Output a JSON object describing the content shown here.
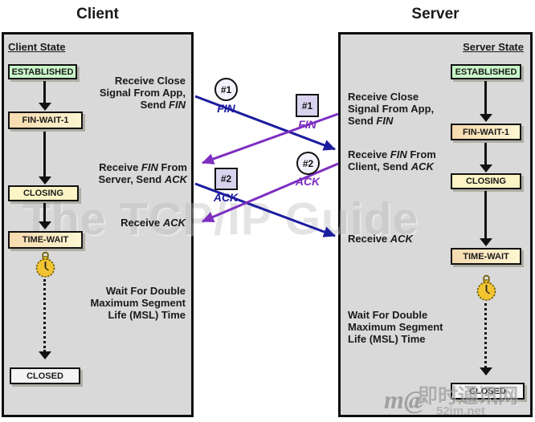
{
  "client": {
    "title": "Client",
    "heading": "Client State",
    "states": {
      "established": "ESTABLISHED",
      "finwait1": "FIN-WAIT-1",
      "closing": "CLOSING",
      "timewait": "TIME-WAIT",
      "closed": "CLOSED"
    },
    "ann1": {
      "l1": "Receive Close",
      "l2": "Signal From App,",
      "l3pre": "Send ",
      "l3it": "FIN"
    },
    "ann2": {
      "l1pre": "Receive ",
      "l1it": "FIN",
      "l1post": " From",
      "l2pre": "Server, Send ",
      "l2it": "ACK"
    },
    "ann3": {
      "pre": "Receive ",
      "it": "ACK"
    },
    "ann4": {
      "l1": "Wait For Double",
      "l2": "Maximum Segment",
      "l3": "Life (MSL) Time"
    }
  },
  "server": {
    "title": "Server",
    "heading": "Server State",
    "states": {
      "established": "ESTABLISHED",
      "finwait1": "FIN-WAIT-1",
      "closing": "CLOSING",
      "timewait": "TIME-WAIT",
      "closed": "CLOSED"
    },
    "ann1": {
      "l1": "Receive Close",
      "l2": "Signal From App,",
      "l3pre": "Send ",
      "l3it": "FIN"
    },
    "ann2": {
      "l1pre": "Receive ",
      "l1it": "FIN",
      "l1post": " From",
      "l2pre": "Client, Send ",
      "l2it": "ACK"
    },
    "ann3": {
      "pre": "Receive ",
      "it": "ACK"
    },
    "ann4": {
      "l1": "Wait For Double",
      "l2": "Maximum Segment",
      "l3": "Life (MSL) Time"
    }
  },
  "messages": {
    "client_fin": {
      "badge": "#1",
      "label": "FIN"
    },
    "server_fin": {
      "badge": "#1",
      "label": "FIN"
    },
    "client_ack": {
      "badge": "#2",
      "label": "ACK"
    },
    "server_ack": {
      "badge": "#2",
      "label": "ACK"
    }
  },
  "watermarks": {
    "center": "The TCP/IP Guide",
    "logo": "m@",
    "site_cn": "即时通讯网",
    "site": "52im.net"
  },
  "colors": {
    "client_arrow": "#1c1c9e",
    "server_arrow": "#7d2fc0",
    "panel_bg": "#d9d9d9",
    "established_bg": "#c9f6c9",
    "closing_bg": "#fcf4c4"
  }
}
